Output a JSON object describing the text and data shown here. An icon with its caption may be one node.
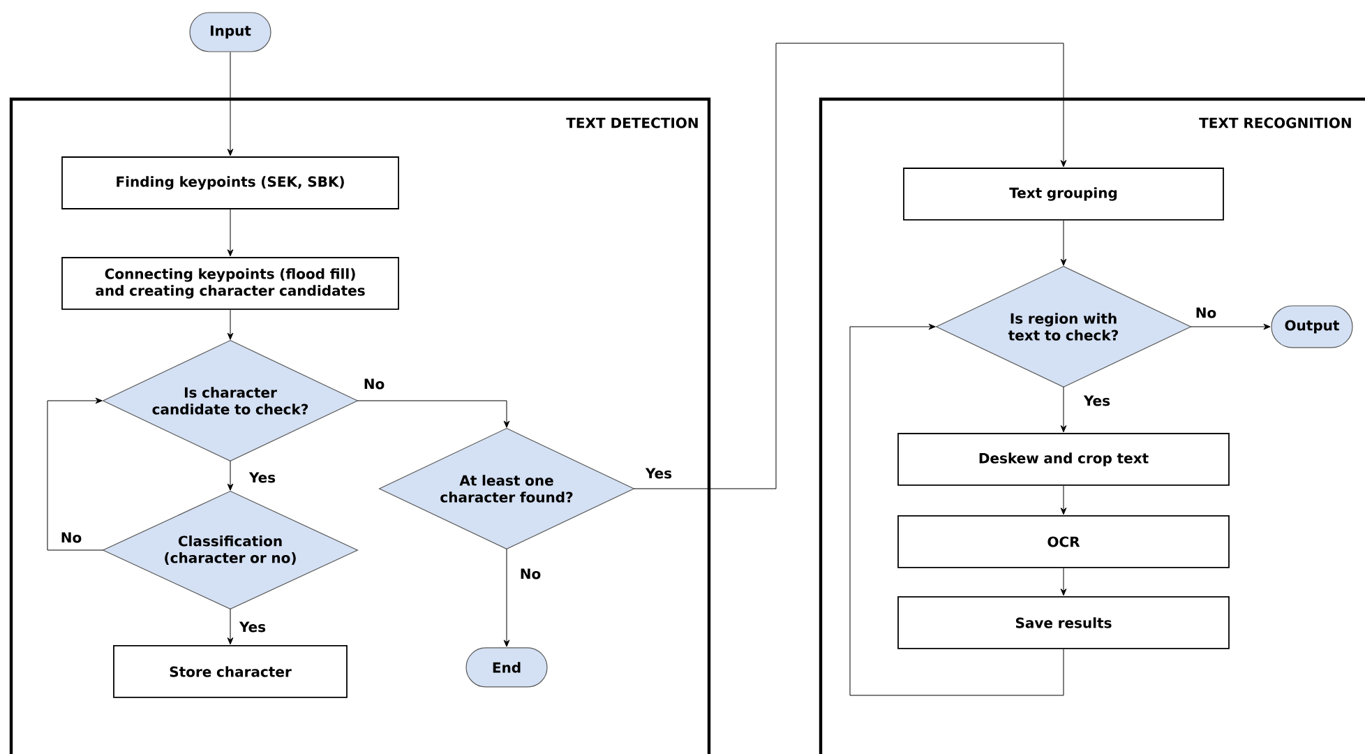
{
  "diagram": {
    "nodes": [
      {
        "text": [
          "Input"
        ]
      },
      {
        "text": [
          "TEXT DETECTION"
        ]
      },
      {
        "text": [
          "Finding keypoints (SEK, SBK)"
        ],
        "in": 1
      },
      {
        "text": [
          "Connecting keypoints (flood fill) and creating character candidates"
        ],
        "in": 1
      },
      {
        "text": [
          "Is character candidate to check?"
        ],
        "in": 1
      },
      {
        "text": [
          "At least one character found?"
        ],
        "in": 1
      },
      {
        "text": [
          "Classification (character or no)"
        ],
        "in": 1
      },
      {
        "text": [
          "Store character"
        ],
        "in": 1
      },
      {
        "text": [
          "End"
        ],
        "in": 1
      },
      {
        "text": [
          "TEXT RECOGNITION"
        ]
      },
      {
        "text": [
          "Text grouping"
        ],
        "in": 9
      },
      {
        "text": [
          "Is region with text to check?"
        ],
        "in": 9
      },
      {
        "text": [
          "Output"
        ],
        "in": 9
      },
      {
        "text": [
          "Deskew and crop text"
        ],
        "in": 9
      },
      {
        "text": [
          "OCR"
        ],
        "in": 9
      },
      {
        "text": [
          "Save results"
        ],
        "in": 9
      }
    ],
    "edges": [
      {
        "from": 0,
        "to": 2,
        "arrow": "to"
      },
      {
        "from": 2,
        "to": 3,
        "arrow": "to"
      },
      {
        "from": 3,
        "to": 4,
        "arrow": "to"
      },
      {
        "from": 4,
        "to": 6,
        "arrow": "to",
        "label": "Yes"
      },
      {
        "from": 6,
        "to": 7,
        "arrow": "to",
        "label": "Yes"
      },
      {
        "from": 6,
        "to": 4,
        "arrow": "to",
        "label": "No"
      },
      {
        "from": 4,
        "to": 5,
        "arrow": "to",
        "label": "No"
      },
      {
        "from": 5,
        "to": 8,
        "arrow": "to",
        "label": "No"
      },
      {
        "from": 5,
        "to": 10,
        "arrow": "to",
        "label": "Yes"
      },
      {
        "from": 10,
        "to": 11,
        "arrow": "to"
      },
      {
        "from": 11,
        "to": 12,
        "arrow": "to",
        "label": "No"
      },
      {
        "from": 11,
        "to": 13,
        "arrow": "to",
        "label": "Yes"
      },
      {
        "from": 13,
        "to": 14,
        "arrow": "to"
      },
      {
        "from": 14,
        "to": 15,
        "arrow": "to"
      },
      {
        "from": 15,
        "to": 11,
        "arrow": "to"
      }
    ]
  }
}
